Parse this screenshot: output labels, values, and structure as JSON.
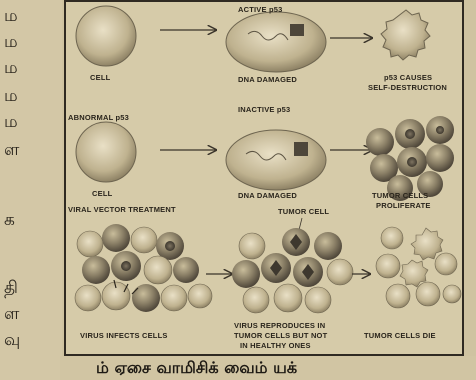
{
  "left_column_glyphs": [
    "ம",
    "ம",
    "ம",
    "ம",
    "ம",
    "ள",
    "க",
    "தி",
    "ள",
    "வு"
  ],
  "labels": {
    "cell": "CELL",
    "active_p53": "ACTIVE p53",
    "dna_damaged": "DNA DAMAGED",
    "p53_causes_line1": "p53 CAUSES",
    "p53_causes_line2": "SELF-DESTRUCTION",
    "abnormal_p53": "ABNORMAL p53",
    "inactive_p53": "INACTIVE p53",
    "cell_2": "CELL",
    "dna_damaged_2": "DNA DAMAGED",
    "tumor_cells_line1": "TUMOR CELLS",
    "tumor_cells_line2": "PROLIFERATE",
    "viral_vector": "VIRAL VECTOR TREATMENT",
    "tumor_cell": "TUMOR CELL",
    "virus_infects": "VIRUS INFECTS CELLS",
    "virus_reproduces_line1": "VIRUS REPRODUCES IN",
    "virus_reproduces_line2": "TUMOR CELLS BUT NOT",
    "virus_reproduces_line3": "IN HEALTHY ONES",
    "tumor_cells_die": "TUMOR CELLS DIE"
  },
  "bottom_text": "ம் ஏசை வாமிசிக் வைம் யக்"
}
